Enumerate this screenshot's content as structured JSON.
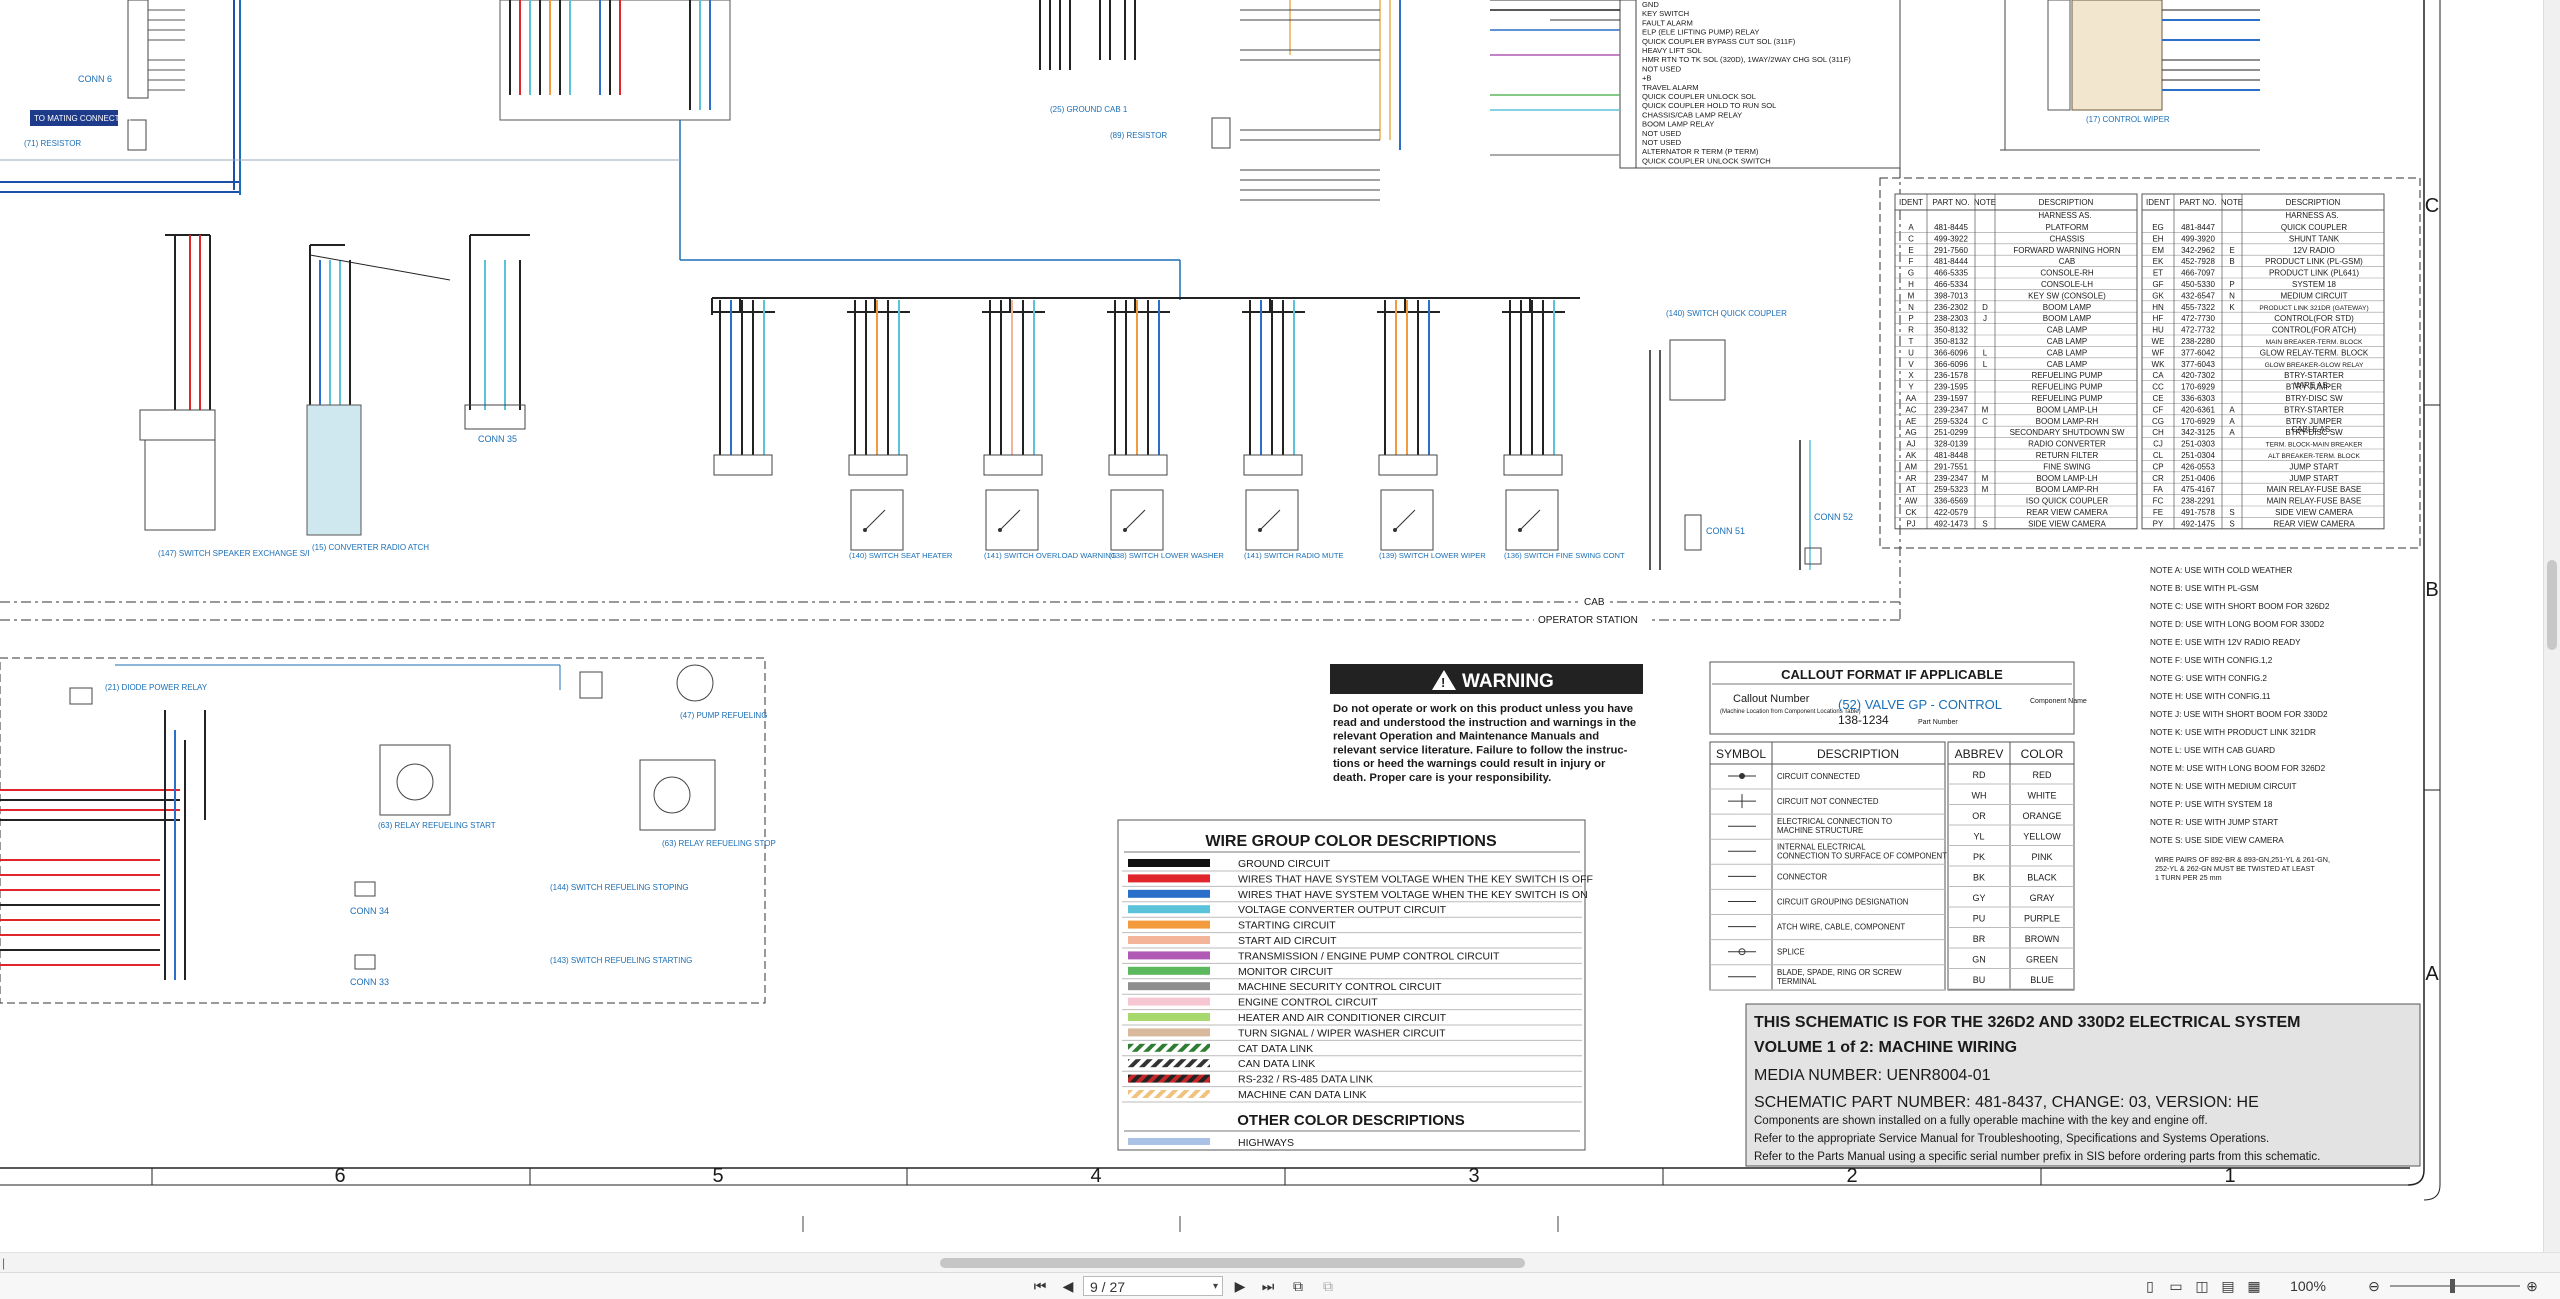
{
  "toolbar": {
    "first_page": "⏮",
    "prev_page": "◀",
    "page_display": "9 / 27",
    "next_page": "▶",
    "last_page": "⏭",
    "zoom": "100%",
    "zoom_out": "⊖",
    "zoom_in": "⊕",
    "page_caret": "▾"
  },
  "grid": {
    "columns": [
      "6",
      "5",
      "4",
      "3",
      "2",
      "1"
    ],
    "rows": [
      "C",
      "B",
      "A"
    ]
  },
  "warning": {
    "title": "WARNING",
    "lines": [
      "Do not operate or work on this product unless you have",
      "read and understood the instruction and warnings in the",
      "relevant Operation and Maintenance Manuals and",
      "relevant service literature. Failure to follow the instruc-",
      "tions or heed the warnings could result in injury or",
      "death. Proper care is your responsibility."
    ]
  },
  "wire_colors": {
    "title": "WIRE GROUP COLOR DESCRIPTIONS",
    "rows": [
      {
        "label": "GROUND CIRCUIT",
        "color": "#111111"
      },
      {
        "label": "WIRES THAT HAVE SYSTEM VOLTAGE WHEN THE KEY SWITCH IS OFF",
        "color": "#e0262b"
      },
      {
        "label": "WIRES THAT HAVE SYSTEM VOLTAGE WHEN THE KEY SWITCH IS ON",
        "color": "#2a6fc9"
      },
      {
        "label": "VOLTAGE CONVERTER OUTPUT CIRCUIT",
        "color": "#5bc3d9"
      },
      {
        "label": "STARTING CIRCUIT",
        "color": "#f39a3d"
      },
      {
        "label": "START AID CIRCUIT",
        "color": "#f3b49a"
      },
      {
        "label": "TRANSMISSION / ENGINE PUMP CONTROL CIRCUIT",
        "color": "#b05ab5"
      },
      {
        "label": "MONITOR CIRCUIT",
        "color": "#5cb85c"
      },
      {
        "label": "MACHINE SECURITY CONTROL CIRCUIT",
        "color": "#8e8e8e"
      },
      {
        "label": "ENGINE CONTROL CIRCUIT",
        "color": "#f6c7d3"
      },
      {
        "label": "HEATER AND AIR CONDITIONER CIRCUIT",
        "color": "#a6d86e"
      },
      {
        "label": "TURN SIGNAL / WIPER WASHER CIRCUIT",
        "color": "#d8b99b"
      },
      {
        "label": "CAT DATA LINK",
        "color": "#2e7d32"
      },
      {
        "label": "CAN DATA LINK",
        "color": "#333333"
      },
      {
        "label": "RS-232 / RS-485 DATA LINK",
        "color": "#c62828"
      },
      {
        "label": "MACHINE CAN DATA LINK",
        "color": "#f1c27d"
      }
    ],
    "other_title": "OTHER COLOR DESCRIPTIONS",
    "other_rows": [
      {
        "label": "HIGHWAYS",
        "color": "#a9c2e6"
      }
    ]
  },
  "callout": {
    "title": "CALLOUT FORMAT IF APPLICABLE",
    "callout_number": "Callout Number",
    "callout_note": "(Machine Location from Component Locations Table)",
    "example": "(52) VALVE GP - CONTROL",
    "part": "138-1234",
    "component_name": "Component Name",
    "part_number": "Part Number"
  },
  "symbols": {
    "headers": [
      "SYMBOL",
      "DESCRIPTION"
    ],
    "rows": [
      "CIRCUIT CONNECTED",
      "CIRCUIT NOT CONNECTED",
      "ELECTRICAL CONNECTION TO MACHINE STRUCTURE",
      "INTERNAL ELECTRICAL CONNECTION TO SURFACE OF COMPONENT",
      "CONNECTOR",
      "CIRCUIT GROUPING DESIGNATION",
      "ATCH WIRE, CABLE, COMPONENT",
      "SPLICE",
      "BLADE, SPADE, RING OR SCREW TERMINAL"
    ]
  },
  "abbrev": {
    "headers": [
      "ABBREV",
      "COLOR"
    ],
    "rows": [
      [
        "RD",
        "RED"
      ],
      [
        "WH",
        "WHITE"
      ],
      [
        "OR",
        "ORANGE"
      ],
      [
        "YL",
        "YELLOW"
      ],
      [
        "PK",
        "PINK"
      ],
      [
        "BK",
        "BLACK"
      ],
      [
        "GY",
        "GRAY"
      ],
      [
        "PU",
        "PURPLE"
      ],
      [
        "BR",
        "BROWN"
      ],
      [
        "GN",
        "GREEN"
      ],
      [
        "BU",
        "BLUE"
      ]
    ]
  },
  "title_block": {
    "line1": "THIS SCHEMATIC IS FOR THE 326D2 AND 330D2 ELECTRICAL SYSTEM",
    "line2": "VOLUME 1 of 2: MACHINE WIRING",
    "media": "MEDIA NUMBER: UENR8004-01",
    "schematic": "SCHEMATIC PART NUMBER: 481-8437, CHANGE: 03, VERSION: HE",
    "note1": "Components are shown installed on a fully operable machine with the key and engine off.",
    "note2": "Refer to the appropriate Service Manual for Troubleshooting, Specifications and Systems Operations.",
    "note3": "Refer to the Parts Manual using a specific serial number prefix in SIS before ordering parts from this schematic."
  },
  "harness_left": {
    "headers": [
      "IDENT",
      "PART NO.",
      "NOTE",
      "DESCRIPTION"
    ],
    "section1": "HARNESS AS.",
    "rows": [
      [
        "A",
        "481-8445",
        "",
        "PLATFORM"
      ],
      [
        "C",
        "499-3922",
        "",
        "CHASSIS"
      ],
      [
        "E",
        "291-7560",
        "",
        "FORWARD WARNING HORN"
      ],
      [
        "F",
        "481-8444",
        "",
        "CAB"
      ],
      [
        "G",
        "466-5335",
        "",
        "CONSOLE-RH"
      ],
      [
        "H",
        "466-5334",
        "",
        "CONSOLE-LH"
      ],
      [
        "M",
        "398-7013",
        "",
        "KEY SW (CONSOLE)"
      ],
      [
        "N",
        "236-2302",
        "D",
        "BOOM LAMP"
      ],
      [
        "P",
        "238-2303",
        "J",
        "BOOM LAMP"
      ],
      [
        "R",
        "350-8132",
        "",
        "CAB LAMP"
      ],
      [
        "T",
        "350-8132",
        "",
        "CAB LAMP"
      ],
      [
        "U",
        "366-6096",
        "L",
        "CAB LAMP"
      ],
      [
        "V",
        "366-6096",
        "L",
        "CAB LAMP"
      ],
      [
        "X",
        "236-1578",
        "",
        "REFUELING PUMP"
      ],
      [
        "Y",
        "239-1595",
        "",
        "REFUELING PUMP"
      ],
      [
        "AA",
        "239-1597",
        "",
        "REFUELING PUMP"
      ],
      [
        "AC",
        "239-2347",
        "M",
        "BOOM LAMP-LH"
      ],
      [
        "AE",
        "259-5324",
        "C",
        "BOOM LAMP-RH"
      ],
      [
        "AG",
        "251-0299",
        "",
        "SECONDARY SHUTDOWN SW"
      ],
      [
        "AJ",
        "328-0139",
        "",
        "RADIO CONVERTER"
      ],
      [
        "AK",
        "481-8448",
        "",
        "RETURN FILTER"
      ],
      [
        "AM",
        "291-7551",
        "",
        "FINE SWING"
      ],
      [
        "AR",
        "239-2347",
        "M",
        "BOOM LAMP-LH"
      ],
      [
        "AT",
        "259-5323",
        "M",
        "BOOM LAMP-RH"
      ],
      [
        "AW",
        "336-6569",
        "",
        "ISO QUICK COUPLER"
      ],
      [
        "CK",
        "422-0579",
        "",
        "REAR VIEW CAMERA"
      ],
      [
        "PJ",
        "492-1473",
        "S",
        "SIDE VIEW CAMERA"
      ]
    ]
  },
  "harness_right": {
    "headers": [
      "IDENT",
      "PART NO.",
      "NOTE",
      "DESCRIPTION"
    ],
    "section1": "HARNESS AS.",
    "rows": [
      [
        "EG",
        "481-8447",
        "",
        "QUICK COUPLER"
      ],
      [
        "EH",
        "499-3920",
        "",
        "SHUNT TANK"
      ],
      [
        "EM",
        "342-2962",
        "E",
        "12V RADIO"
      ],
      [
        "EK",
        "452-7928",
        "B",
        "PRODUCT LINK (PL-GSM)"
      ],
      [
        "ET",
        "466-7097",
        "",
        "PRODUCT LINK (PL641)"
      ],
      [
        "GF",
        "450-5330",
        "P",
        "SYSTEM 18"
      ],
      [
        "GK",
        "432-6547",
        "N",
        "MEDIUM CIRCUIT"
      ],
      [
        "HN",
        "455-7322",
        "K",
        "PRODUCT LINK 321DR (GATEWAY)"
      ],
      [
        "HF",
        "472-7730",
        "",
        "CONTROL(FOR STD)"
      ],
      [
        "HU",
        "472-7732",
        "",
        "CONTROL(FOR ATCH)"
      ],
      [
        "WE",
        "238-2280",
        "",
        "MAIN BREAKER-TERM. BLOCK"
      ],
      [
        "WF",
        "377-6042",
        "",
        "GLOW RELAY-TERM. BLOCK"
      ],
      [
        "WK",
        "377-6043",
        "",
        "GLOW BREAKER-GLOW RELAY"
      ],
      [
        "CA",
        "420-7302",
        "",
        "BTRY-STARTER"
      ],
      [
        "CC",
        "170-6929",
        "",
        "BTRY JUMPER"
      ],
      [
        "CE",
        "336-6303",
        "",
        "BTRY-DISC SW"
      ],
      [
        "CF",
        "420-6361",
        "A",
        "BTRY-STARTER"
      ],
      [
        "CG",
        "170-6929",
        "A",
        "BTRY JUMPER"
      ],
      [
        "CH",
        "342-3125",
        "A",
        "BTRY-DISC SW"
      ],
      [
        "CJ",
        "251-0303",
        "",
        "TERM. BLOCK-MAIN BREAKER"
      ],
      [
        "CL",
        "251-0304",
        "",
        "ALT BREAKER-TERM. BLOCK"
      ],
      [
        "CP",
        "426-0553",
        "",
        "JUMP START"
      ],
      [
        "CR",
        "251-0406",
        "",
        "JUMP START"
      ],
      [
        "FA",
        "475-4167",
        "",
        "MAIN RELAY-FUSE BASE"
      ],
      [
        "FC",
        "238-2291",
        "",
        "MAIN RELAY-FUSE BASE"
      ],
      [
        "FE",
        "491-7578",
        "S",
        "SIDE VIEW CAMERA"
      ],
      [
        "PY",
        "492-1475",
        "S",
        "REAR VIEW CAMERA"
      ]
    ],
    "section2": "WIRE AS.",
    "section3": "CABLE AS."
  },
  "notes": [
    "NOTE A: USE WITH COLD WEATHER",
    "NOTE B: USE WITH PL-GSM",
    "NOTE C: USE WITH SHORT BOOM FOR 326D2",
    "NOTE D: USE WITH LONG BOOM FOR 330D2",
    "NOTE E: USE WITH 12V RADIO READY",
    "NOTE F: USE WITH CONFIG.1,2",
    "NOTE G: USE WITH CONFIG.2",
    "NOTE H: USE WITH CONFIG.11",
    "NOTE J: USE WITH SHORT BOOM FOR 330D2",
    "NOTE K: USE WITH PRODUCT LINK 321DR",
    "NOTE L: USE WITH CAB GUARD",
    "NOTE M: USE WITH LONG BOOM FOR 326D2",
    "NOTE N: USE WITH MEDIUM CIRCUIT",
    "NOTE P: USE WITH SYSTEM 18",
    "NOTE R: USE WITH JUMP START",
    "NOTE S: USE SIDE VIEW CAMERA"
  ],
  "twist_note": [
    "WIRE PAIRS OF 892-BR & 893-GN,251-YL & 261-GN,",
    "252-YL & 262-GN MUST BE TWISTED AT LEAST",
    "1 TURN PER 25 mm"
  ],
  "schematic": {
    "cab_label": "CAB",
    "operator_station": "OPERATOR STATION",
    "conn_labels": [
      "CONN 35",
      "CONN 51",
      "CONN 52",
      "CONN 34",
      "CONN 33"
    ],
    "switch_labels": [
      "(147) SWITCH SPEAKER EXCHANGE S/I",
      "(15) CONVERTER RADIO ATCH",
      "(140) SWITCH SEAT HEATER",
      "(141) SWITCH OVERLOAD WARNING",
      "(138) SWITCH LOWER WASHER",
      "(141) SWITCH RADIO MUTE",
      "(139) SWITCH LOWER WIPER",
      "(136) SWITCH FINE SWING CONT",
      "(140) SWITCH QUICK COUPLER",
      "(63) RELAY REFUELING START",
      "(63) RELAY REFUELING STOP",
      "(47) PUMP REFUELING",
      "(21) DIODE POWER RELAY",
      "(144) SWITCH REFUELING STOPING",
      "(143) SWITCH REFUELING STARTING"
    ],
    "top_labels": [
      "(25) GROUND CAB 1",
      "(89) RESISTOR",
      "(17) CONTROL WIPER",
      "(71) RESISTOR",
      "CONN 6",
      "TO MATING CONNECTOR"
    ],
    "relay_list": [
      "GND",
      "KEY SWITCH",
      "FAULT ALARM",
      "ELP (ELE LIFTING PUMP) RELAY",
      "QUICK COUPLER BYPASS CUT SOL (311F)",
      "HEAVY LIFT SOL",
      "HMR RTN TO TK SOL (320D), 1WAY/2WAY CHG SOL (311F)",
      "NOT USED",
      "+B",
      "TRAVEL ALARM",
      "QUICK COUPLER UNLOCK SOL",
      "QUICK COUPLER HOLD TO RUN SOL",
      "CHASSIS/CAB LAMP RELAY",
      "BOOM LAMP RELAY",
      "NOT USED",
      "NOT USED",
      "ALTERNATOR R TERM (P TERM)",
      "QUICK COUPLER UNLOCK SWITCH"
    ]
  }
}
